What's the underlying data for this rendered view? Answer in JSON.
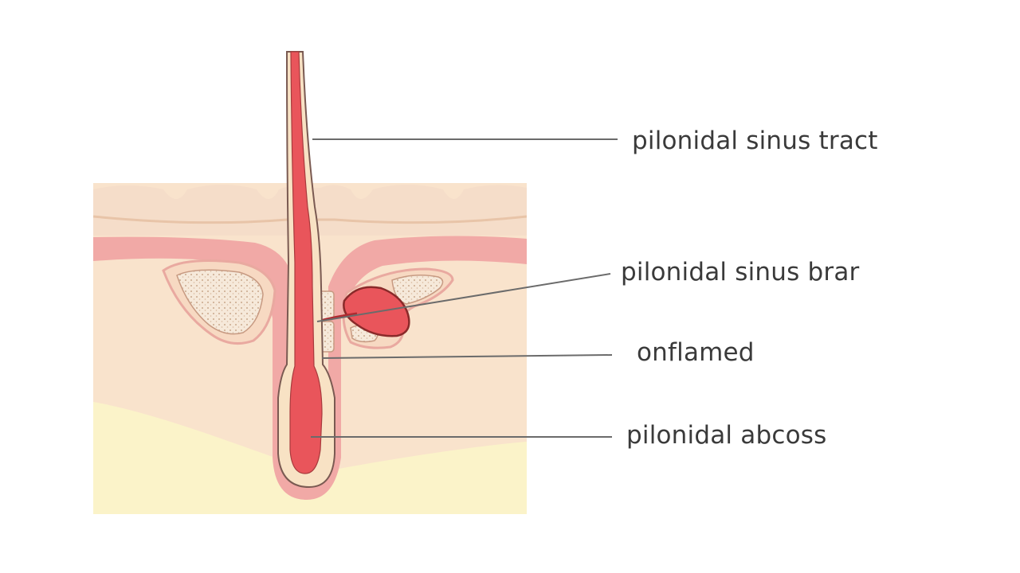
{
  "labels": {
    "tract": "pilonidal sinus tract",
    "branch": "pilonidal sinus brar",
    "inflamed": "onflamed",
    "abscess": "pilonidal abcoss"
  },
  "colors": {
    "background": "#ffffff",
    "skin_surface": "#f5ddc9",
    "skin_crease": "#e8c4a8",
    "dermis": "#f9e3cc",
    "pink_band": "#f1a9a6",
    "fat_layer": "#fbf3c9",
    "tract_red": "#e9555b",
    "tract_cream": "#f8e2c4",
    "gland_fill": "#f4e6d4",
    "leader_line": "#6b6b6b",
    "label_text": "#3a3a3a"
  }
}
